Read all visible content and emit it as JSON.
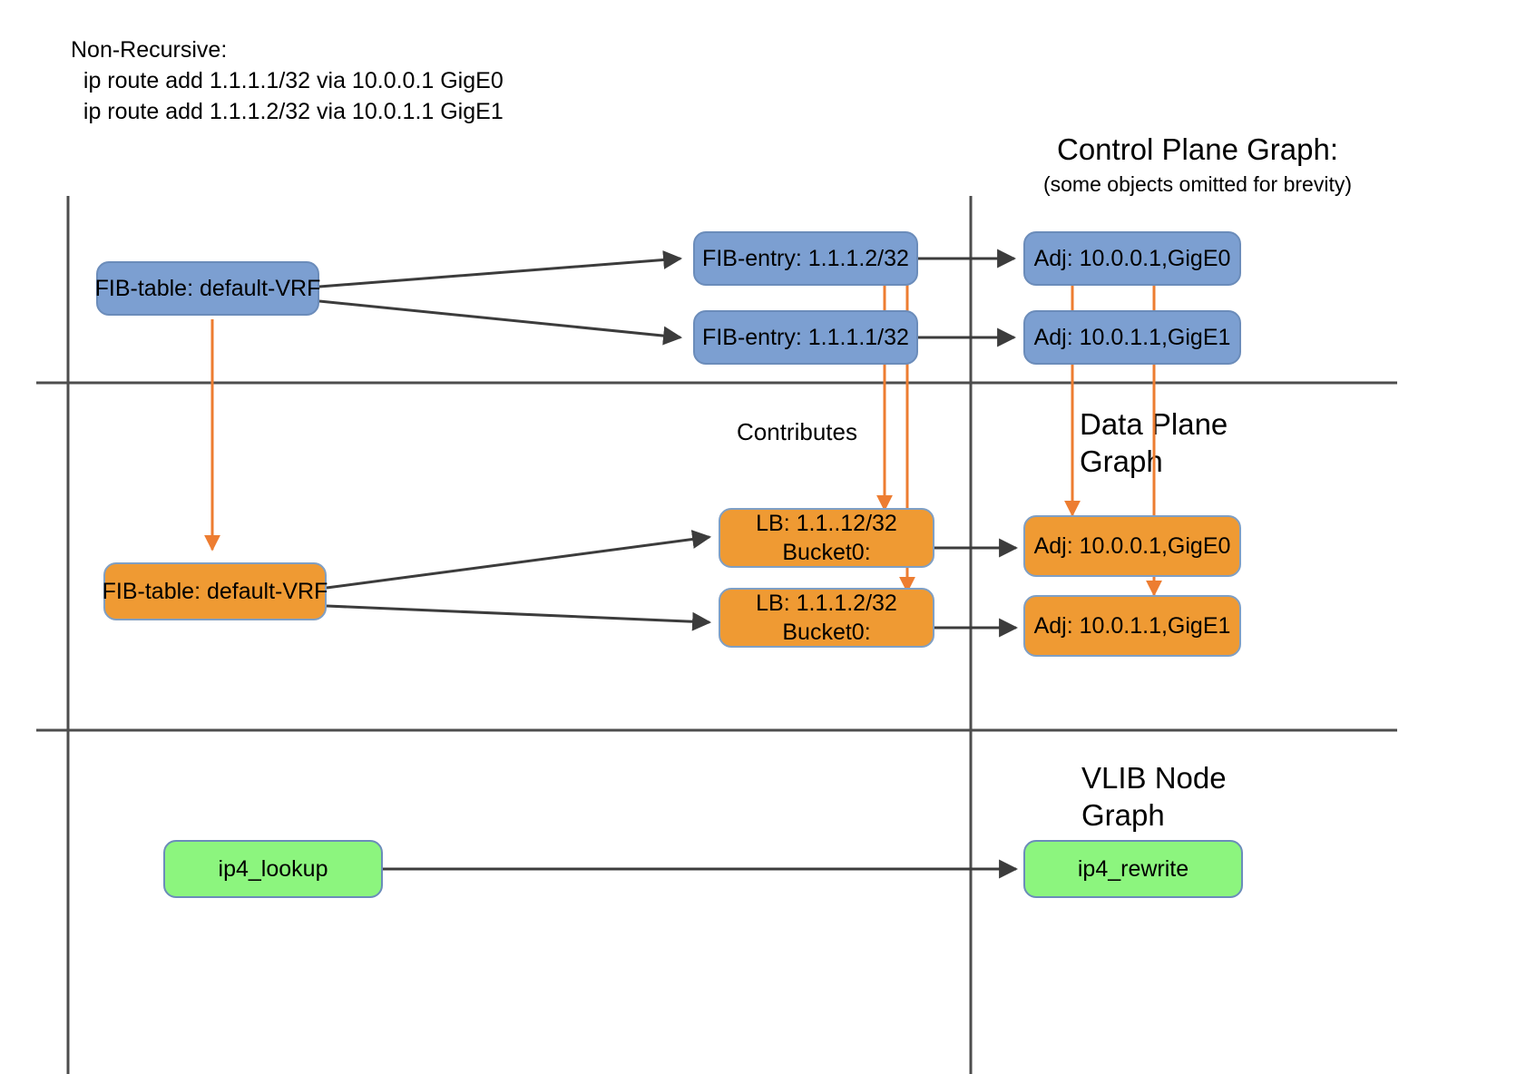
{
  "header": {
    "line1": "Non-Recursive:",
    "line2": "  ip route add 1.1.1.1/32 via 10.0.0.1 GigE0",
    "line3": "  ip route add 1.1.1.2/32 via 10.0.1.1 GigE1"
  },
  "sections": {
    "control_plane": {
      "title": "Control Plane Graph:",
      "subtitle": "(some objects omitted for brevity)"
    },
    "data_plane": {
      "title_line1": "Data Plane",
      "title_line2": "Graph"
    },
    "vlib": {
      "title_line1": "VLIB Node",
      "title_line2": "Graph"
    }
  },
  "labels": {
    "contributes": "Contributes"
  },
  "control_plane_nodes": {
    "fib_table": "FIB-table: default-VRF",
    "fib_entry_top": "FIB-entry: 1.1.1.2/32",
    "fib_entry_bottom": "FIB-entry: 1.1.1.1/32",
    "adj_top": "Adj: 10.0.0.1,GigE0",
    "adj_bottom": "Adj: 10.0.1.1,GigE1"
  },
  "data_plane_nodes": {
    "fib_table": "FIB-table: default-VRF",
    "lb_top_line1": "LB: 1.1..12/32",
    "lb_top_line2": "Bucket0:",
    "lb_bottom_line1": "LB: 1.1.1.2/32",
    "lb_bottom_line2": "Bucket0:",
    "adj_top": "Adj: 10.0.0.1,GigE0",
    "adj_bottom": "Adj: 10.0.1.1,GigE1"
  },
  "vlib_nodes": {
    "lookup": "ip4_lookup",
    "rewrite": "ip4_rewrite"
  },
  "colors": {
    "control_plane_fill": "#7c9fd1",
    "data_plane_fill": "#ef9a33",
    "vlib_fill": "#8cf57e",
    "node_border": "#6b8cba",
    "edge_black": "#3c3c3c",
    "edge_orange": "#ed7d31",
    "divider": "#4d4d4d"
  }
}
